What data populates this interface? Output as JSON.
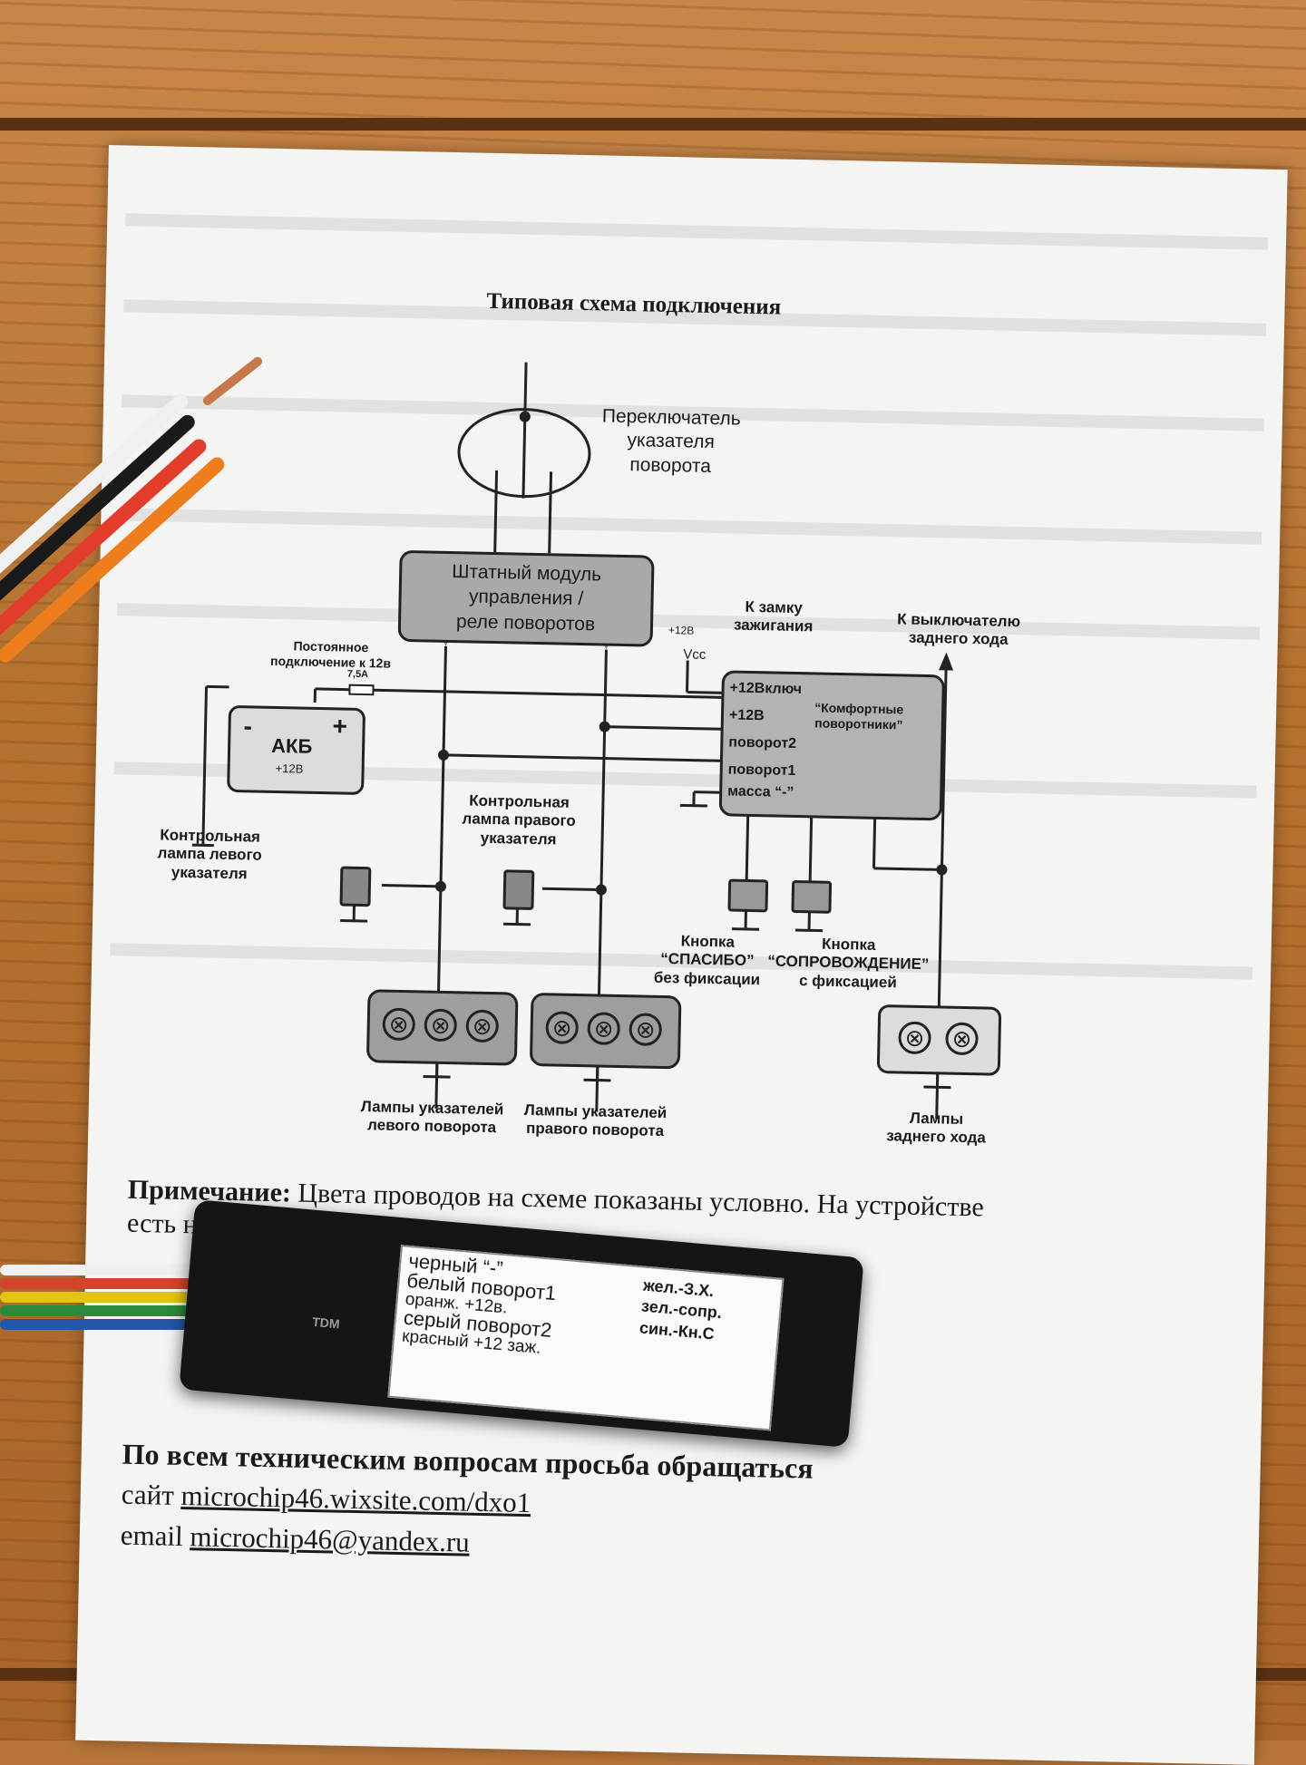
{
  "heading": "Типовая схема подключения",
  "switch_label": [
    "Переключатель",
    "указателя",
    "поворота"
  ],
  "module_label": [
    "Штатный модуль",
    "управления /",
    "реле поворотов"
  ],
  "constant_label": [
    "Постоянное",
    "подключение к 12в"
  ],
  "fuse_label": "7,5А",
  "battery": {
    "minus": "-",
    "plus": "+",
    "name": "АКБ",
    "voltage": "+12В"
  },
  "ignition_label": [
    "К замку",
    "зажигания"
  ],
  "v12_label": "+12В",
  "vcc_label": "Vcc",
  "reverse_switch_label": [
    "К выключателю",
    "заднего хода"
  ],
  "controller": {
    "pins": [
      "+12Включ",
      "+12В",
      "поворот2",
      "поворот1",
      "масса “-”"
    ],
    "name": [
      "“Комфортные",
      "поворотники”"
    ]
  },
  "left_indicator_label": [
    "Контрольная",
    "лампа левого",
    "указателя"
  ],
  "right_indicator_label": [
    "Контрольная",
    "лампа правого",
    "указателя"
  ],
  "button_thanks_label": [
    "Кнопка",
    "“СПАСИБО”",
    "без фиксации"
  ],
  "button_escort_label": [
    "Кнопка",
    "“СОПРОВОЖДЕНИЕ”",
    "с фиксацией"
  ],
  "left_lamps_label": [
    "Лампы указателей",
    "левого поворота"
  ],
  "right_lamps_label": [
    "Лампы указателей",
    "правого поворота"
  ],
  "reverse_lamps_label": [
    "Лампы",
    "заднего хода"
  ],
  "lamp_symbol": "⊗",
  "note_bold": "Примечание:",
  "note_text": "Цвета проводов на схеме показаны условно. На  устройстве",
  "note_cut": "есть наклейка",
  "device_label": {
    "left": [
      "черный  “-”",
      "белый поворот1",
      "оранж. +12в.",
      "серый поворот2",
      "красный +12 заж."
    ],
    "right": [
      "жел.-З.Х.",
      "зел.-сопр.",
      "син.-Кн.С"
    ],
    "brand": "TDM"
  },
  "contact_heading": "По всем техническим вопросам просьба обращаться",
  "site_prefix": "сайт",
  "site_url": "microchip46.wixsite.com/dxo1",
  "email_prefix": "email",
  "email": "microchip46@yandex.ru"
}
